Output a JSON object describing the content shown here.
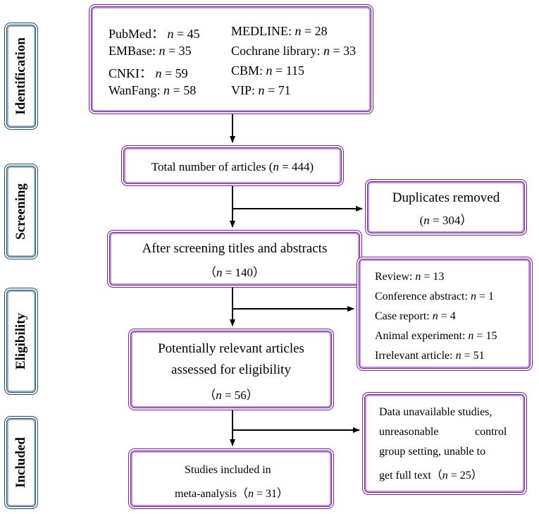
{
  "stages": [
    {
      "label": "Identification"
    },
    {
      "label": "Screening"
    },
    {
      "label": "Eligibility"
    },
    {
      "label": "Included"
    }
  ],
  "identification": {
    "sources": [
      {
        "name": "PubMed：",
        "n": "45"
      },
      {
        "name": "MEDLINE:",
        "n": "28"
      },
      {
        "name": "EMBase:",
        "n": "35"
      },
      {
        "name": "Cochrane library:",
        "n": "33"
      },
      {
        "name": "CNKI：",
        "n": "59"
      },
      {
        "name": "CBM:",
        "n": "115"
      },
      {
        "name": "WanFang:",
        "n": "58"
      },
      {
        "name": "VIP:",
        "n": "71"
      }
    ]
  },
  "total": {
    "text": "Total number of articles (",
    "n": "444",
    "close": ")"
  },
  "duplicates": {
    "line1": "Duplicates removed",
    "open": "(",
    "n": "304",
    "close": "）"
  },
  "after_screening": {
    "line1": "After screening titles and abstracts",
    "open": "（",
    "n": "140",
    "close": "）"
  },
  "excluded": {
    "items": [
      {
        "name": "Review:",
        "n": "13"
      },
      {
        "name": "Conference abstract:",
        "n": "1"
      },
      {
        "name": "Case report:",
        "n": "4"
      },
      {
        "name": "Animal experiment:",
        "n": "15"
      },
      {
        "name": "Irrelevant article:",
        "n": "51"
      }
    ]
  },
  "eligibility": {
    "line1": "Potentially relevant articles",
    "line2": "assessed for eligibility",
    "open": "（",
    "n": "56",
    "close": "）"
  },
  "unavailable": {
    "line1": "Data unavailable studies,",
    "line2a": "unreasonable",
    "line2b": "control",
    "line3": "group setting, unable to",
    "line4": "get full text（",
    "n": "25",
    "close": "）"
  },
  "included": {
    "line1": "Studies included in",
    "line2": "meta-analysis（",
    "n": "31",
    "close": "）"
  },
  "n_symbol": "n",
  "eq": " = ",
  "colors": {
    "purple_border": "#7e1fa6",
    "blue_border": "#1f4e79",
    "arrow": "#000000"
  }
}
